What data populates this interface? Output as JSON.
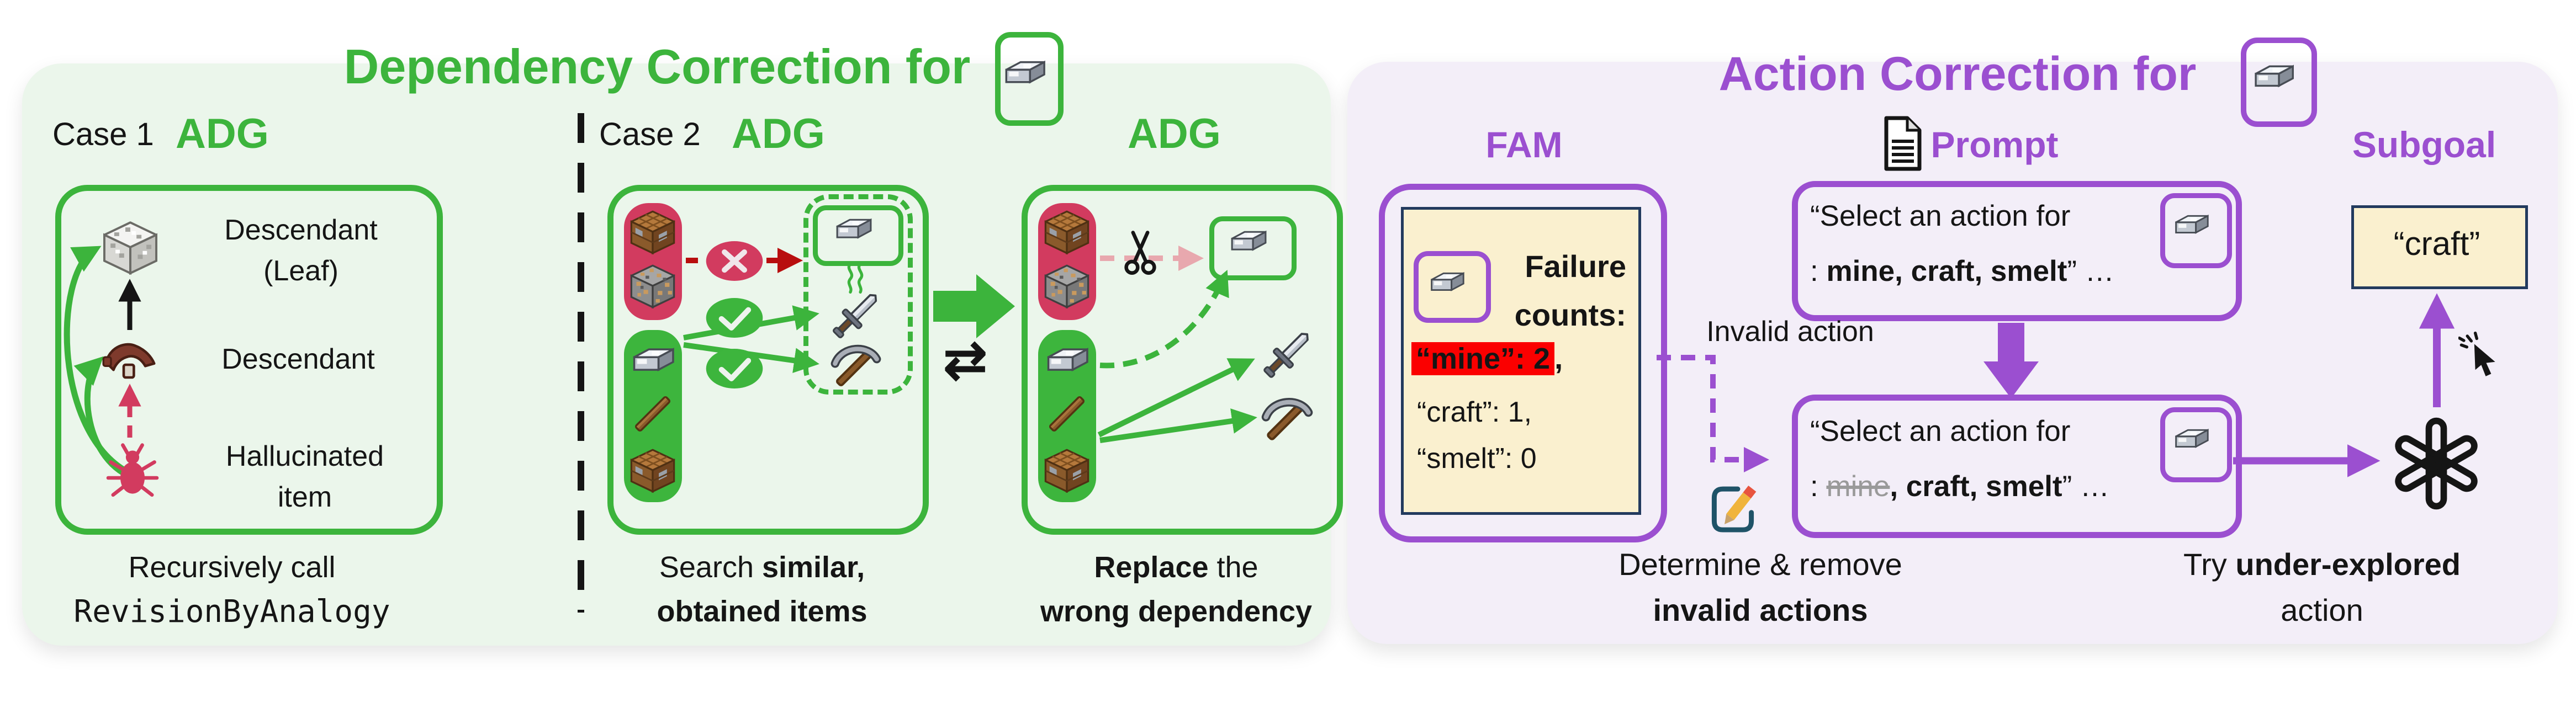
{
  "colors": {
    "green_accent": "#3cb43c",
    "green_panel_bg": "#ebf6eb",
    "purple_accent": "#9b4fd0",
    "purple_panel_bg": "#f3eef8",
    "crimson": "#d23b5f",
    "dark_red_arrow": "#b80e0e",
    "faded_pink_arrow": "#e8a8ae",
    "note_yellow": "#faf0cf",
    "note_border_navy": "#223a5e",
    "highlight_red": "#fb0000",
    "strike_gray": "#9a9a9a",
    "check_green": "#3db53d",
    "text_black": "#151515"
  },
  "icons": {
    "swap_glyph": "⇄",
    "iron_ingot": "iron-ingot-icon",
    "crafting_table": "crafting-table-icon",
    "iron_ore": "iron-ore-icon",
    "diorite_block": "diorite-block-icon",
    "saddle": "saddle-icon",
    "stick": "stick-icon",
    "iron_sword": "iron-sword-icon",
    "iron_pickaxe": "iron-pickaxe-icon",
    "bug": "bug-icon",
    "check": "check-icon",
    "cross": "cross-icon",
    "scissors": "scissors-icon",
    "smell": "smell-squiggle-icon",
    "document": "document-icon",
    "pencil": "edit-pencil-icon",
    "cursor": "cursor-click-icon",
    "openai": "openai-logo-icon"
  },
  "left_panel": {
    "title": "Dependency Correction for",
    "case1": {
      "label": "Case 1",
      "adg_label": "ADG",
      "node_leaf_line1": "Descendant",
      "node_leaf_line2": "(Leaf)",
      "node_mid": "Descendant",
      "node_halluc_line1": "Hallucinated",
      "node_halluc_line2": "item",
      "caption_line1": "Recursively call",
      "caption_code": "RevisionByAnalogy"
    },
    "case2": {
      "label": "Case 2",
      "adg_left_label": "ADG",
      "adg_right_label": "ADG",
      "caption_left_pre": "Search ",
      "caption_left_bold1": "similar,",
      "caption_left_bold2": "obtained items",
      "caption_right_bold1": "Replace",
      "caption_right_post": " the",
      "caption_right_bold2": "wrong dependency"
    }
  },
  "right_panel": {
    "title": "Action Correction for",
    "fam_label": "FAM",
    "prompt_label": "Prompt",
    "subgoal_label": "Subgoal",
    "fam_note": {
      "failure": "Failure",
      "counts": "counts:",
      "mine_highlight": "“mine”: 2",
      "mine_tail": ",",
      "craft_line": "“craft”: 1,",
      "smelt_line": "“smelt”: 0"
    },
    "invalid_action_label": "Invalid action",
    "prompt_box1": {
      "line1": "“Select an action for",
      "line2_pre": ": ",
      "line2_bold": "mine, craft, smelt",
      "line2_tail": "” …"
    },
    "prompt_box2": {
      "line1": "“Select an action for",
      "line2_pre": ": ",
      "line2_strike": "mine",
      "line2_mid": ", ",
      "line2_bold": "craft, smelt",
      "line2_tail": "” …"
    },
    "caption_fam_line1": "Determine & remove",
    "caption_fam_line2": "invalid actions",
    "caption_try_pre": "Try ",
    "caption_try_bold": "under-explored",
    "caption_try_line2": "action",
    "subgoal_value": "“craft”"
  }
}
